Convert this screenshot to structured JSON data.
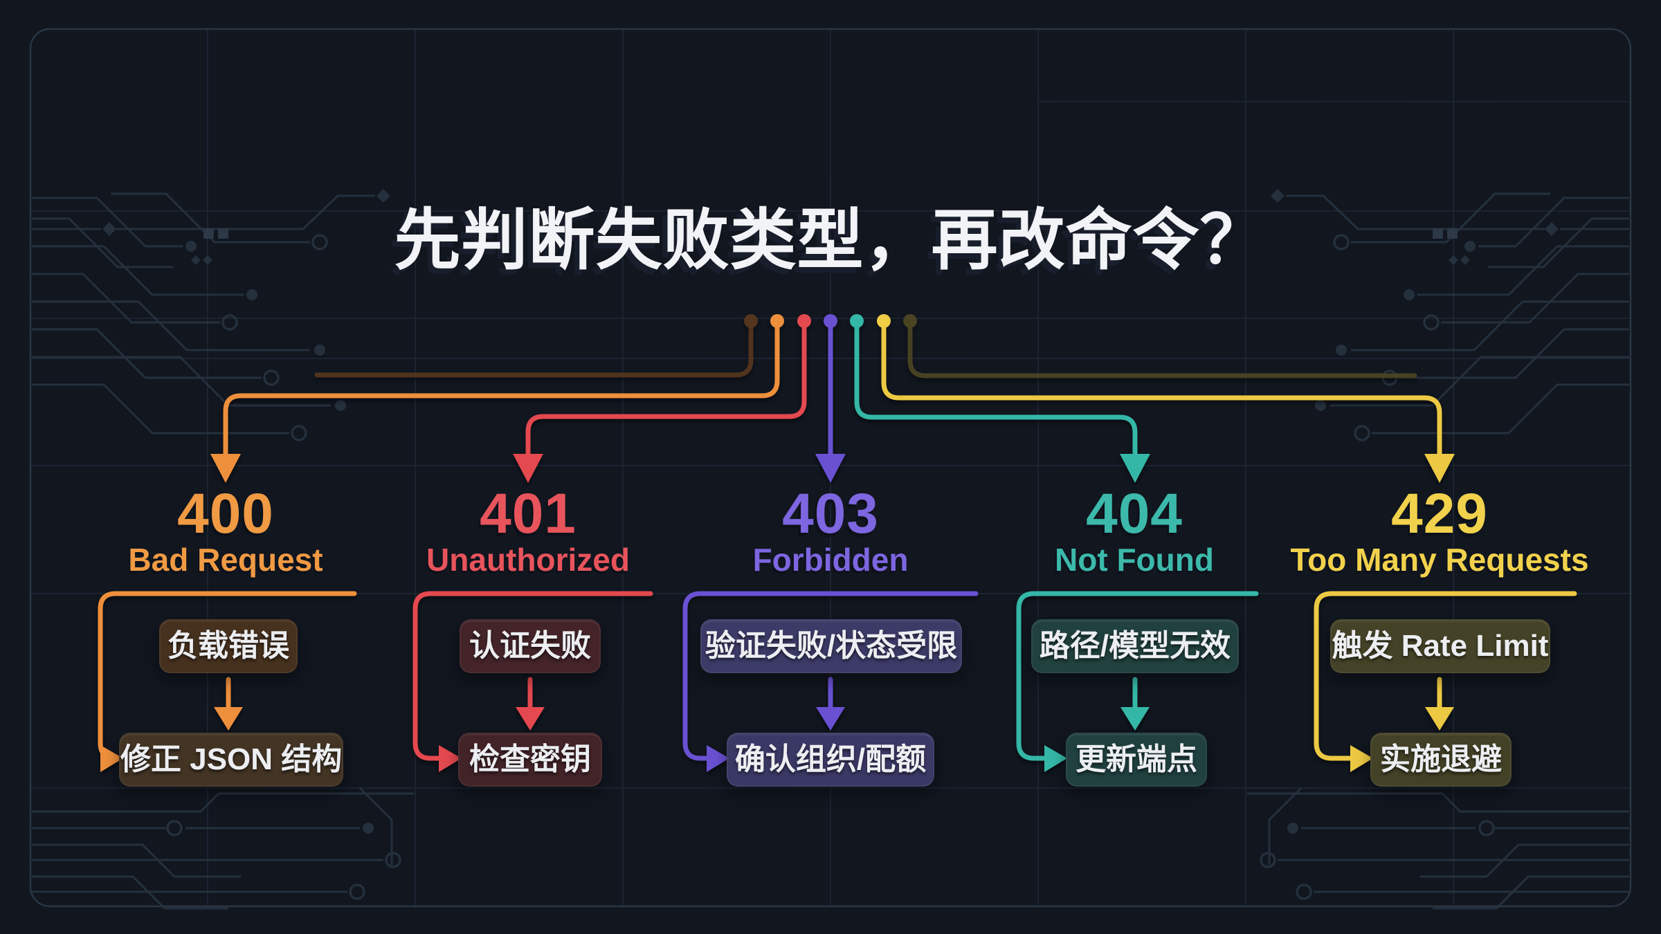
{
  "title": "先判断失败类型，再改命令？",
  "colors": {
    "background": "#11161f",
    "grid": "#25303f",
    "frame": "#2c3947",
    "circuit": "#2b3745",
    "circuit_pad": "#334150",
    "title_text": "#f2f3f6",
    "box_text": "#eceef1"
  },
  "dots": [
    {
      "name": "brown-dot",
      "color": "#54361f"
    },
    {
      "name": "orange-dot",
      "color": "#ee8f3c"
    },
    {
      "name": "red-dot",
      "color": "#e4494f"
    },
    {
      "name": "purple-dot",
      "color": "#6951d2"
    },
    {
      "name": "teal-dot",
      "color": "#35b7a7"
    },
    {
      "name": "yellow-dot",
      "color": "#f0cd47"
    },
    {
      "name": "olive-dot",
      "color": "#4a4423"
    }
  ],
  "columns": [
    {
      "code": "400",
      "name": "Bad Request",
      "accent": "#ee8f3c",
      "text_accent": "#f09a44",
      "box1": {
        "label": "负载错误",
        "bg": "#46301e"
      },
      "box2": {
        "label": "修正 JSON 结构",
        "bg": "#433424"
      }
    },
    {
      "code": "401",
      "name": "Unauthorized",
      "accent": "#e4494f",
      "text_accent": "#e8545c",
      "box1": {
        "label": "认证失败",
        "bg": "#442429"
      },
      "box2": {
        "label": "检查密钥",
        "bg": "#422328"
      }
    },
    {
      "code": "403",
      "name": "Forbidden",
      "accent": "#6951d2",
      "text_accent": "#7d66e0",
      "box1": {
        "label": "验证失败/状态受限",
        "bg": "#3c3b68"
      },
      "box2": {
        "label": "确认组织/配额",
        "bg": "#3a3966"
      }
    },
    {
      "code": "404",
      "name": "Not Found",
      "accent": "#35b7a7",
      "text_accent": "#3cb9ab",
      "box1": {
        "label": "路径/模型无效",
        "bg": "#21413f"
      },
      "box2": {
        "label": "更新端点",
        "bg": "#204140"
      }
    },
    {
      "code": "429",
      "name": "Too Many Requests",
      "accent": "#edc943",
      "text_accent": "#f2d24c",
      "box1": {
        "label": "触发 Rate Limit",
        "bg": "#454327"
      },
      "box2": {
        "label": "实施退避",
        "bg": "#434126"
      }
    }
  ]
}
